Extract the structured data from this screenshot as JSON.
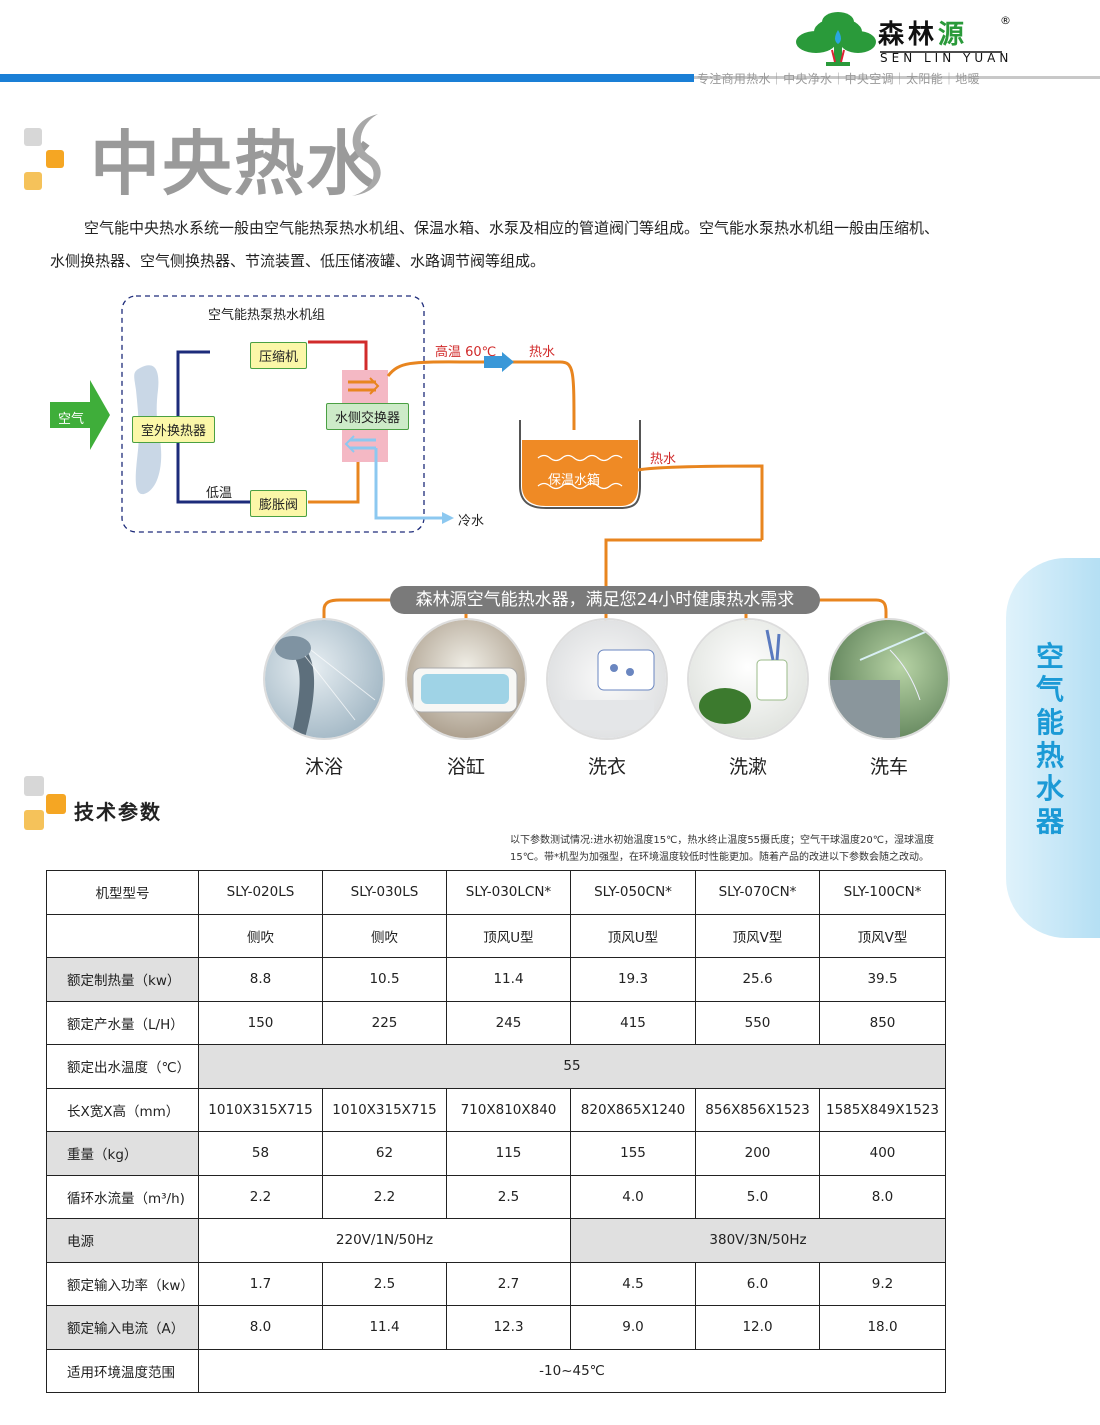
{
  "header": {
    "logo_cn_a": "森林",
    "logo_cn_b": "源",
    "logo_reg": "®",
    "logo_en": "SEN  LIN  YUAN",
    "tagline": "专注商用热水｜中央净水｜中央空调｜太阳能｜地暖",
    "brand_green": "#2a9a3a",
    "accent_blue": "#1a7fd6"
  },
  "section": {
    "title": "中央热水",
    "intro": "空气能中央热水系统一般由空气能热泵热水机组、保温水箱、水泵及相应的管道阀门等组成。空气能水泵热水机组一般由压缩机、水侧换热器、空气侧换热器、节流装置、低压储液罐、水路调节阀等组成。"
  },
  "diagram": {
    "unit_label": "空气能热泵热水机组",
    "air": "空气",
    "compressor": "压缩机",
    "outdoor_exchanger": "室外换热器",
    "water_exchanger": "水侧交换器",
    "expansion_valve": "膨胀阀",
    "low_temp": "低温",
    "high_temp": "高温 60℃",
    "hot_water_1": "热水",
    "hot_water_2": "热水",
    "tank": "保温水箱",
    "cold_water": "冷水"
  },
  "usage": {
    "banner": "森林源空气能热水器，满足您24小时健康热水需求",
    "items": [
      "沐浴",
      "浴缸",
      "洗衣",
      "洗漱",
      "洗车"
    ]
  },
  "specs": {
    "title": "技术参数",
    "note": "以下参数测试情况:进水初始温度15℃，热水终止温度55摄氏度；空气干球温度20℃，湿球温度15℃。带*机型为加强型，在环境温度较低时性能更加。随着产品的改进以下参数会随之改动。",
    "header_label": "机型型号",
    "models": [
      "SLY-020LS",
      "SLY-030LS",
      "SLY-030LCN*",
      "SLY-050CN*",
      "SLY-070CN*",
      "SLY-100CN*"
    ],
    "types": [
      "侧吹",
      "侧吹",
      "顶风U型",
      "顶风U型",
      "顶风V型",
      "顶风V型"
    ],
    "rows": [
      {
        "label": "额定制热量（kw）",
        "values": [
          "8.8",
          "10.5",
          "11.4",
          "19.3",
          "25.6",
          "39.5"
        ]
      },
      {
        "label": "额定产水量（L/H）",
        "values": [
          "150",
          "225",
          "245",
          "415",
          "550",
          "850"
        ]
      },
      {
        "label": "额定出水温度（℃）",
        "merged": "55"
      },
      {
        "label": "长X宽X高（mm）",
        "values": [
          "1010X315X715",
          "1010X315X715",
          "710X810X840",
          "820X865X1240",
          "856X856X1523",
          "1585X849X1523"
        ]
      },
      {
        "label": "重量（kg）",
        "values": [
          "58",
          "62",
          "115",
          "155",
          "200",
          "400"
        ]
      },
      {
        "label": "循环水流量（m³/h)",
        "values": [
          "2.2",
          "2.2",
          "2.5",
          "4.0",
          "5.0",
          "8.0"
        ]
      },
      {
        "label": "电源",
        "power_a": "220V/1N/50Hz",
        "power_b": "380V/3N/50Hz"
      },
      {
        "label": "额定输入功率（kw）",
        "values": [
          "1.7",
          "2.5",
          "2.7",
          "4.5",
          "6.0",
          "9.2"
        ]
      },
      {
        "label": "额定输入电流（A）",
        "values": [
          "8.0",
          "11.4",
          "12.3",
          "9.0",
          "12.0",
          "18.0"
        ]
      },
      {
        "label": "适用环境温度范围",
        "merged": "-10~45℃"
      }
    ]
  },
  "sidetab": {
    "text": "空气能热水器"
  }
}
